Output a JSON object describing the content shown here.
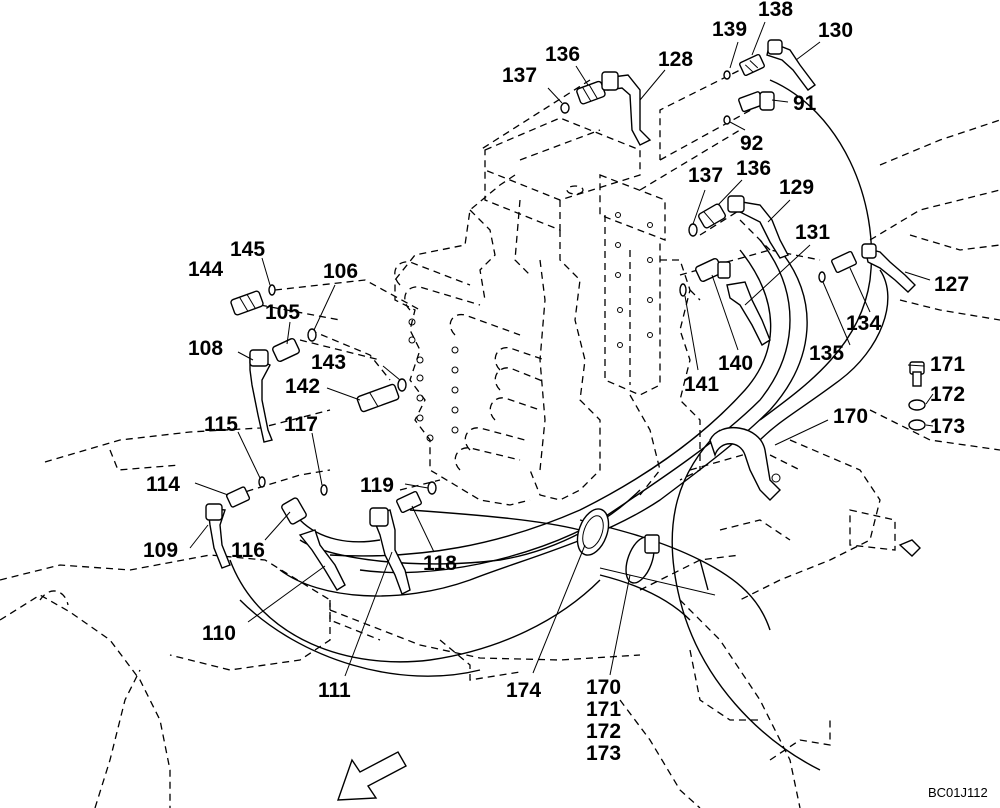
{
  "drawing": {
    "reference_code": "BC01J112"
  },
  "callouts": {
    "c138": "138",
    "c139": "139",
    "c130": "130",
    "c136a": "136",
    "c137a": "137",
    "c128": "128",
    "c91": "91",
    "c92": "92",
    "c137b": "137",
    "c136b": "136",
    "c129": "129",
    "c131": "131",
    "c127": "127",
    "c145": "145",
    "c144": "144",
    "c106": "106",
    "c105": "105",
    "c108": "108",
    "c143": "143",
    "c142": "142",
    "c134": "134",
    "c135": "135",
    "c141": "141",
    "c140": "140",
    "c171a": "171",
    "c172a": "172",
    "c173a": "173",
    "c170a": "170",
    "c115": "115",
    "c117": "117",
    "c119": "119",
    "c114": "114",
    "c116": "116",
    "c118": "118",
    "c109": "109",
    "c110": "110",
    "c111": "111",
    "c174": "174",
    "c170b": "170",
    "c171b": "171",
    "c172b": "172",
    "c173b": "173"
  }
}
